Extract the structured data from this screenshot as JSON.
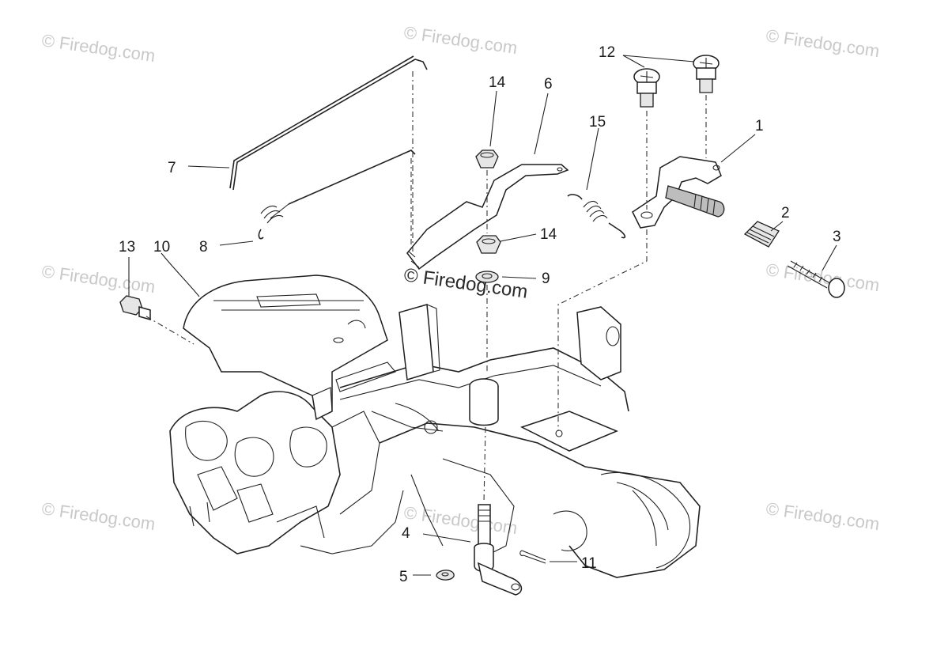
{
  "watermark": {
    "text": "© Firedog.com"
  },
  "parts": [
    {
      "number": "1"
    },
    {
      "number": "2"
    },
    {
      "number": "3"
    },
    {
      "number": "4"
    },
    {
      "number": "5"
    },
    {
      "number": "6"
    },
    {
      "number": "7"
    },
    {
      "number": "8"
    },
    {
      "number": "9"
    },
    {
      "number": "10"
    },
    {
      "number": "11"
    },
    {
      "number": "12"
    },
    {
      "number": "13"
    },
    {
      "number": "14"
    },
    {
      "number": "14"
    },
    {
      "number": "15"
    }
  ]
}
